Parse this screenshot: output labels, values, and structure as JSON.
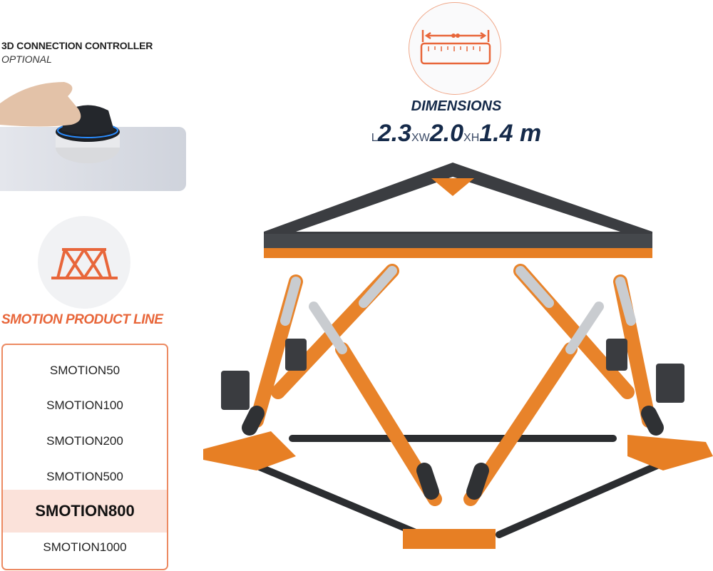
{
  "controller": {
    "title": "3D CONNECTION CONTROLLER",
    "subtitle": "OPTIONAL"
  },
  "product_line": {
    "title": "SMOTION PRODUCT LINE",
    "items": [
      {
        "label": "SMOTION50"
      },
      {
        "label": "SMOTION100"
      },
      {
        "label": "SMOTION200"
      },
      {
        "label": "SMOTION500"
      },
      {
        "label": "SMOTION800",
        "selected": true
      },
      {
        "label": "SMOTION1000"
      }
    ]
  },
  "dimensions": {
    "title": "DIMENSIONS",
    "l_label": "L",
    "l": "2.3",
    "x1": "X",
    "w_label": "W",
    "w": "2.0",
    "x2": "X",
    "h_label": "H",
    "h": "1.4",
    "unit": "m"
  },
  "colors": {
    "accent": "#e8663a",
    "navy": "#152a4a",
    "highlight": "#fbe2da"
  }
}
